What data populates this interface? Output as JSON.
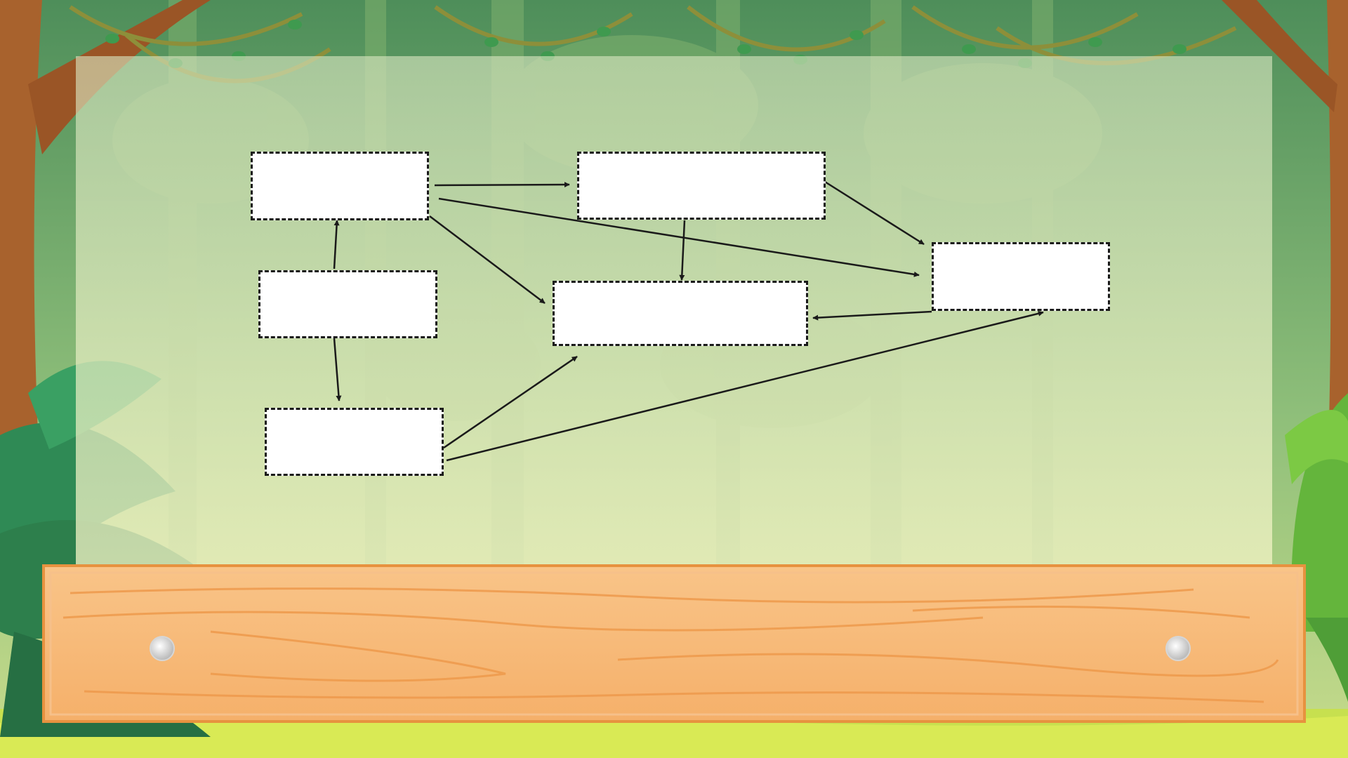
{
  "diagram": {
    "boxes": [
      {
        "id": "b1",
        "label": ""
      },
      {
        "id": "b2",
        "label": ""
      },
      {
        "id": "b3",
        "label": ""
      },
      {
        "id": "b4",
        "label": ""
      },
      {
        "id": "b5",
        "label": ""
      },
      {
        "id": "b6",
        "label": ""
      }
    ],
    "edges": [
      {
        "from": "b1",
        "to": "b2"
      },
      {
        "from": "b1",
        "to": "b5"
      },
      {
        "from": "b1",
        "to": "b3"
      },
      {
        "from": "b4",
        "to": "b1"
      },
      {
        "from": "b4",
        "to": "b6"
      },
      {
        "from": "b2",
        "to": "b5"
      },
      {
        "from": "b2",
        "to": "b3"
      },
      {
        "from": "b3",
        "to": "b5"
      },
      {
        "from": "b6",
        "to": "b5"
      },
      {
        "from": "b6",
        "to": "b3"
      }
    ]
  },
  "colors": {
    "sky": "#5f9a64",
    "panel": "#e6edc4",
    "plank": "#f7b773",
    "grain": "#ee9a4c",
    "box_border": "#1a1a1a",
    "arrow": "#1a1a1a"
  }
}
